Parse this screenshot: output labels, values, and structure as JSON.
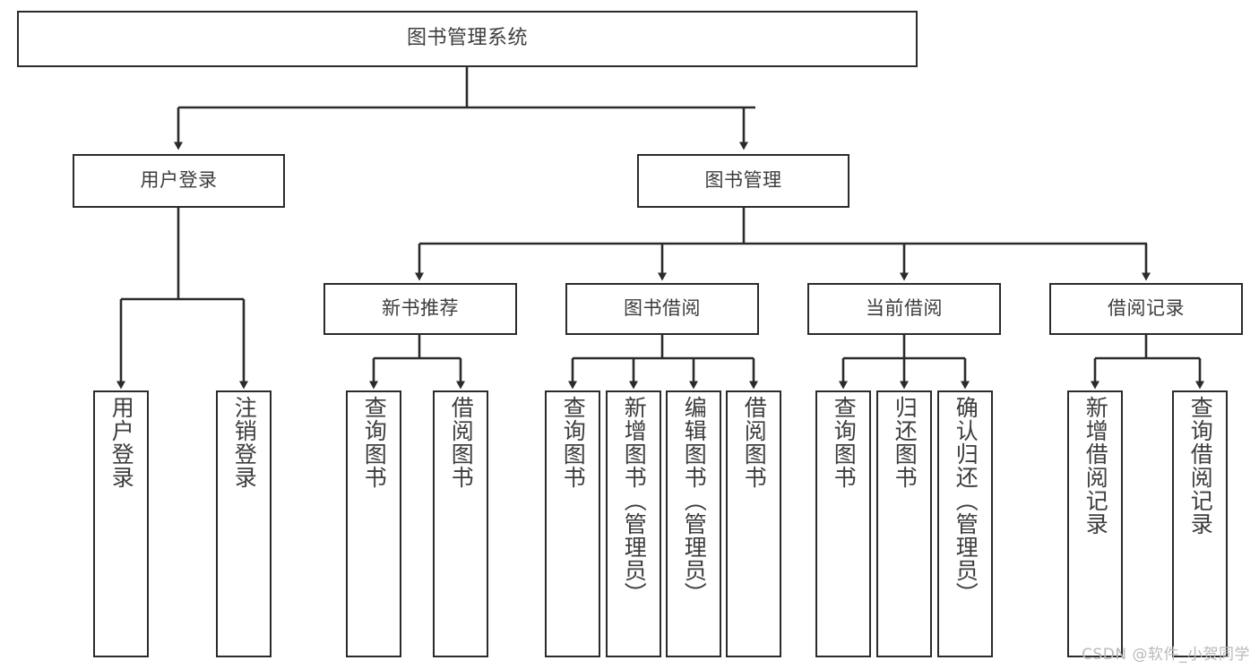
{
  "diagram": {
    "type": "tree-hierarchy-diagram",
    "title": "图书管理系统",
    "style": {
      "box_fill": "#ffffff",
      "box_stroke": "#2b2b2b",
      "text_color": "#3d3d3d",
      "background": "#ffffff"
    },
    "levels": {
      "root": {
        "label": "图书管理系统"
      },
      "level2": [
        {
          "id": "user-login",
          "label": "用户登录"
        },
        {
          "id": "book-management",
          "label": "图书管理"
        }
      ],
      "level3": [
        {
          "id": "new-book-recommend",
          "label": "新书推荐",
          "parent": "book-management"
        },
        {
          "id": "book-borrow",
          "label": "图书借阅",
          "parent": "book-management"
        },
        {
          "id": "current-borrow",
          "label": "当前借阅",
          "parent": "book-management"
        },
        {
          "id": "borrow-record",
          "label": "借阅记录",
          "parent": "book-management"
        }
      ],
      "leaves": [
        {
          "id": "leaf-user-login",
          "label": "用户登录",
          "parent": "user-login"
        },
        {
          "id": "leaf-user-logout",
          "label": "注销登录",
          "parent": "user-login"
        },
        {
          "id": "leaf-query-book-1",
          "label": "查询图书",
          "parent": "new-book-recommend"
        },
        {
          "id": "leaf-borrow-book-1",
          "label": "借阅图书",
          "parent": "new-book-recommend"
        },
        {
          "id": "leaf-query-book-2",
          "label": "查询图书",
          "parent": "book-borrow"
        },
        {
          "id": "leaf-add-book",
          "label": "新增图书（管理员）",
          "parent": "book-borrow"
        },
        {
          "id": "leaf-edit-book",
          "label": "编辑图书（管理员）",
          "parent": "book-borrow"
        },
        {
          "id": "leaf-borrow-book-2",
          "label": "借阅图书",
          "parent": "book-borrow"
        },
        {
          "id": "leaf-query-book-3",
          "label": "查询图书",
          "parent": "current-borrow"
        },
        {
          "id": "leaf-return-book",
          "label": "归还图书",
          "parent": "current-borrow"
        },
        {
          "id": "leaf-confirm-return",
          "label": "确认归还（管理员）",
          "parent": "current-borrow"
        },
        {
          "id": "leaf-add-record",
          "label": "新增借阅记录",
          "parent": "borrow-record"
        },
        {
          "id": "leaf-query-record",
          "label": "查询借阅记录",
          "parent": "borrow-record"
        }
      ]
    }
  },
  "watermark": {
    "text": "CSDN @软件_小贺同学"
  }
}
